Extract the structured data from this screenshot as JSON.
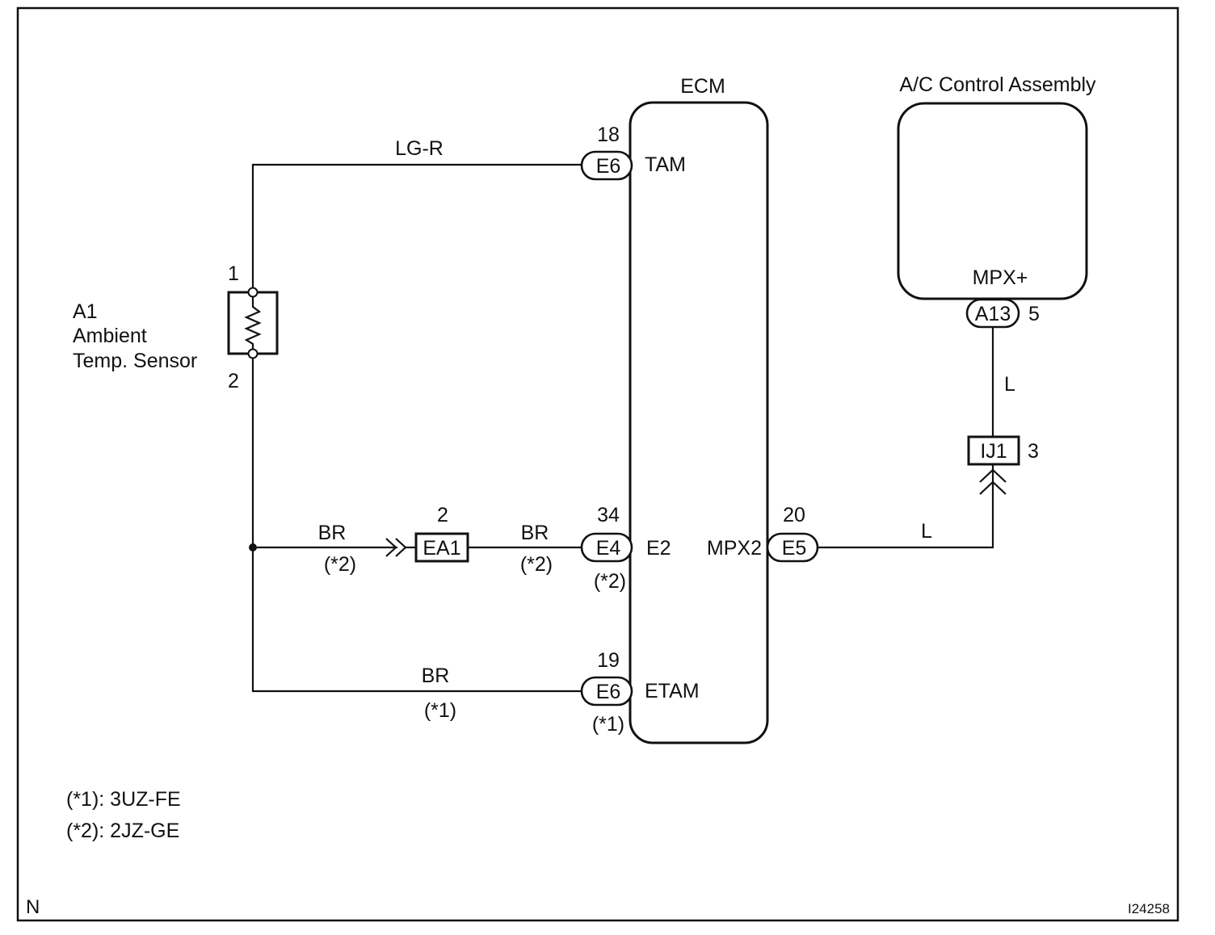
{
  "ecm": {
    "title": "ECM",
    "pins": {
      "tam": {
        "number": "18",
        "connector": "E6",
        "label": "TAM"
      },
      "e2": {
        "number": "34",
        "connector": "E4",
        "label": "E2",
        "note": "(*2)"
      },
      "etam": {
        "number": "19",
        "connector": "E6",
        "label": "ETAM",
        "note": "(*1)"
      },
      "mpx2": {
        "number": "20",
        "connector": "E5",
        "label": "MPX2"
      }
    }
  },
  "ac_control": {
    "title": "A/C Control Assembly",
    "pin": {
      "label": "MPX+",
      "connector": "A13",
      "number": "5"
    }
  },
  "sensor": {
    "code": "A1",
    "name_line1": "Ambient",
    "name_line2": "Temp. Sensor",
    "pin1": "1",
    "pin2": "2"
  },
  "wires": {
    "tam": {
      "color": "LG-R"
    },
    "e2_left": {
      "color": "BR",
      "note": "(*2)"
    },
    "e2_right": {
      "color": "BR",
      "note": "(*2)"
    },
    "etam": {
      "color": "BR",
      "note": "(*1)"
    },
    "mpx_horizontal": {
      "color": "L"
    },
    "mpx_vertical": {
      "color": "L"
    }
  },
  "junctions": {
    "ea1": {
      "label": "EA1",
      "pin": "2"
    },
    "ij1": {
      "label": "IJ1",
      "pin": "3"
    }
  },
  "legend": [
    {
      "key": "(*1)",
      "value": "3UZ-FE",
      "text": "(*1): 3UZ-FE"
    },
    {
      "key": "(*2)",
      "value": "2JZ-GE",
      "text": "(*2): 2JZ-GE"
    }
  ],
  "corner_mark": "N",
  "figure_id": "I24258"
}
